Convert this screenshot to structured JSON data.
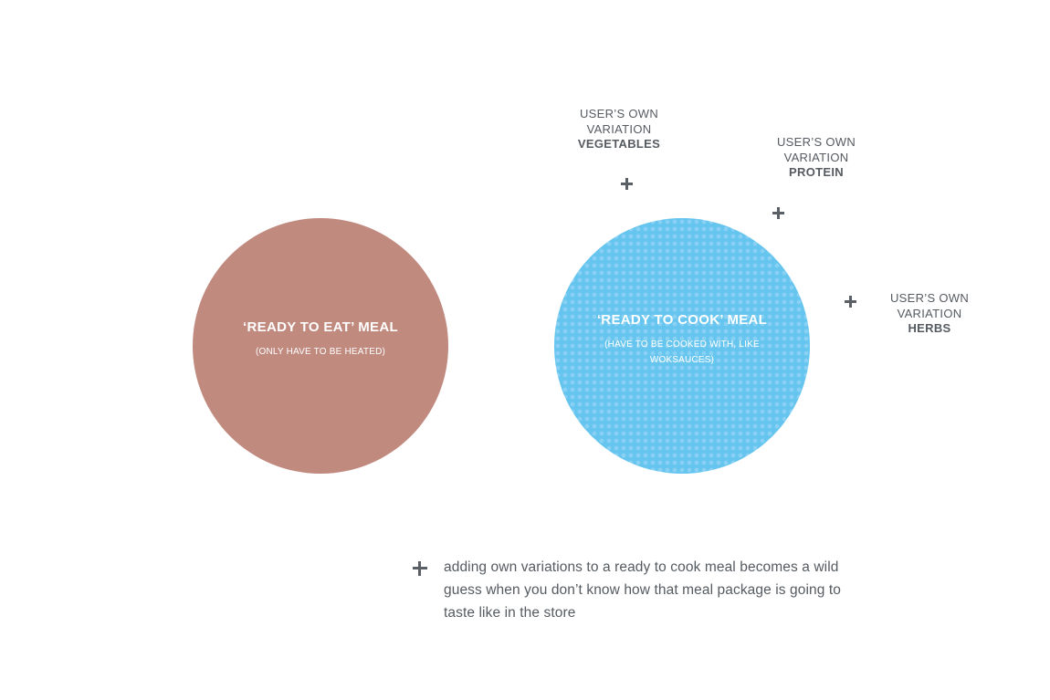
{
  "circles": {
    "ready_to_eat": {
      "title": "‘READY TO EAT’ MEAL",
      "subtitle": "(ONLY HAVE TO BE HEATED)",
      "color": "#c08a7f"
    },
    "ready_to_cook": {
      "title": "‘READY TO COOK’ MEAL",
      "subtitle": "(HAVE TO BE COOKED WITH, LIKE WOKSAUCES)",
      "color": "#66c5ee"
    }
  },
  "variations": [
    {
      "line1": "USER’S OWN",
      "line2": "VARIATION",
      "item": "VEGETABLES",
      "icon": "plus-icon"
    },
    {
      "line1": "USER’S OWN",
      "line2": "VARIATION",
      "item": "PROTEIN",
      "icon": "plus-icon"
    },
    {
      "line1": "USER’S OWN",
      "line2": "VARIATION",
      "item": "HERBS",
      "icon": "plus-icon"
    }
  ],
  "note": {
    "icon": "plus-icon",
    "text": "adding own variations to a ready to cook meal becomes a wild guess when you don’t know how that meal package is going to taste like in the store"
  }
}
